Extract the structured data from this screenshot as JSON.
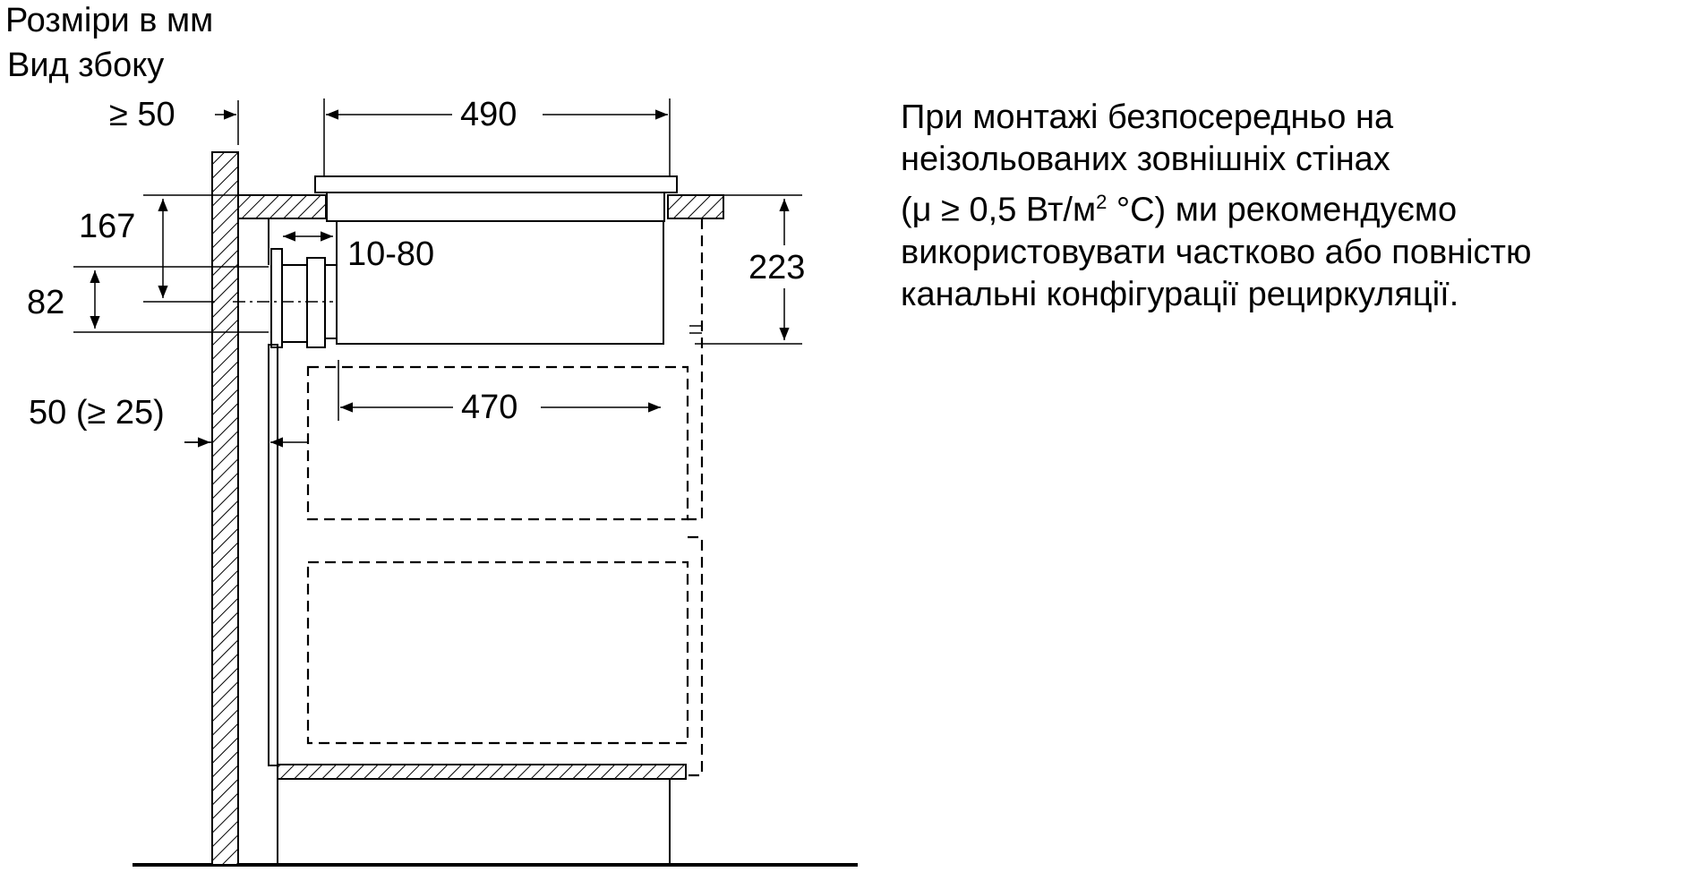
{
  "header": {
    "units_label": "Розміри в мм",
    "view_label": "Вид збоку"
  },
  "dimensions": {
    "wall_gap_top": "≥ 50",
    "hob_width": "490",
    "cutout_depth": "470",
    "height_167": "167",
    "height_82": "82",
    "duct_gap": "10-80",
    "total_height": "223",
    "rear_gap": "50 (≥ 25)"
  },
  "note": {
    "lines": [
      "При монтажі безпосередньо на",
      "неізольованих зовнішніх стінах",
      "(μ ≥ 0,5 Вт/м",
      "2",
      " °C) ми рекомендуємо",
      "використовувати частково або повністю",
      "канальні конфігурації рециркуляції."
    ]
  },
  "colors": {
    "line": "#000000",
    "background": "#ffffff"
  }
}
